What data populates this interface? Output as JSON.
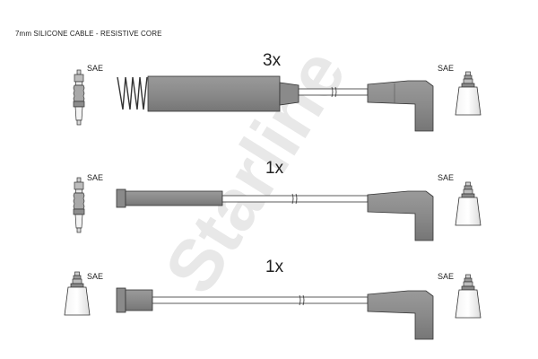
{
  "header": {
    "title": "7mm SILICONE CABLE - RESISTIVE CORE"
  },
  "watermark": {
    "text": "Starline",
    "color": "#e6e6e6"
  },
  "colors": {
    "tube": "#8a8a8a",
    "tube_dark": "#6f6f6f",
    "outline": "#3a3a3a",
    "boot_fill": "#ffffff"
  },
  "rows": [
    {
      "quantity": "3x",
      "left_label": "SAE",
      "right_label": "SAE",
      "left_connector": "spark-plug",
      "left_end": "spring-boot",
      "right_end": "angled-boot",
      "right_connector": "coil-terminal"
    },
    {
      "quantity": "1x",
      "left_label": "SAE",
      "right_label": "SAE",
      "left_connector": "spark-plug",
      "left_end": "straight-boot",
      "right_end": "angled-boot",
      "right_connector": "coil-terminal"
    },
    {
      "quantity": "1x",
      "left_label": "SAE",
      "right_label": "SAE",
      "left_connector": "coil-terminal",
      "left_end": "straight-boot",
      "right_end": "angled-boot",
      "right_connector": "coil-terminal"
    }
  ]
}
